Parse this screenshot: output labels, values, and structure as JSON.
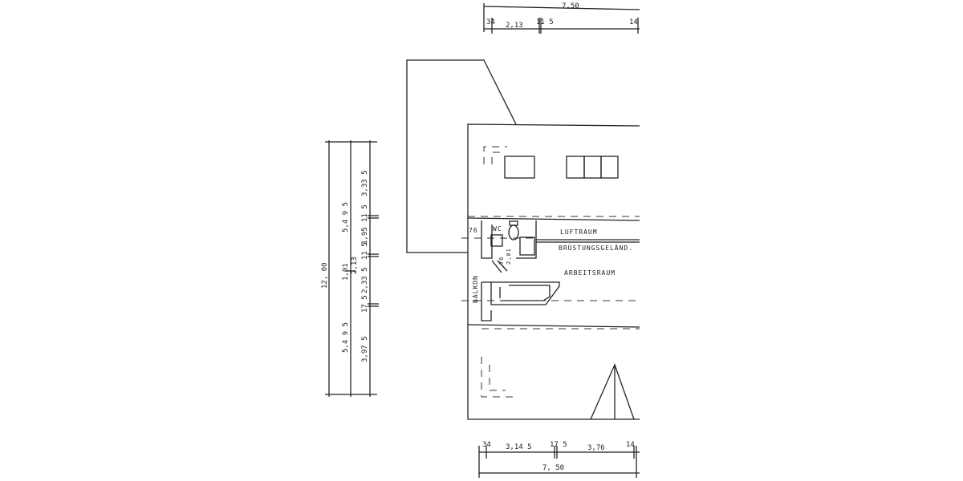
{
  "top_dims": {
    "total": "7,50",
    "a": "34",
    "b": "2,13",
    "c": "11 5",
    "d": "14"
  },
  "bottom_dims": {
    "a": "34",
    "b": "3,14 5",
    "c": "17 5",
    "d": "3,76",
    "e": "14",
    "total": "7, 50"
  },
  "left_dims": {
    "total": "12, 00",
    "col2": [
      "5,4 9 5",
      "1,01",
      "5,4 9 5"
    ],
    "col3": [
      "3,33 5",
      "11 5",
      "1,95",
      "11 5",
      "2,13",
      "2,33 5",
      "17 5",
      "3,97 5"
    ]
  },
  "rooms": {
    "wc": "WC",
    "luftraum": "LUFTRAUM",
    "brustung": "BRÜSTUNGSGELÄND.",
    "arbeitsraum": "ARBEITSRAUM",
    "balkon": "BALKON",
    "dim_76": "76",
    "dim_76b": "76",
    "dim_201": "2,01"
  }
}
